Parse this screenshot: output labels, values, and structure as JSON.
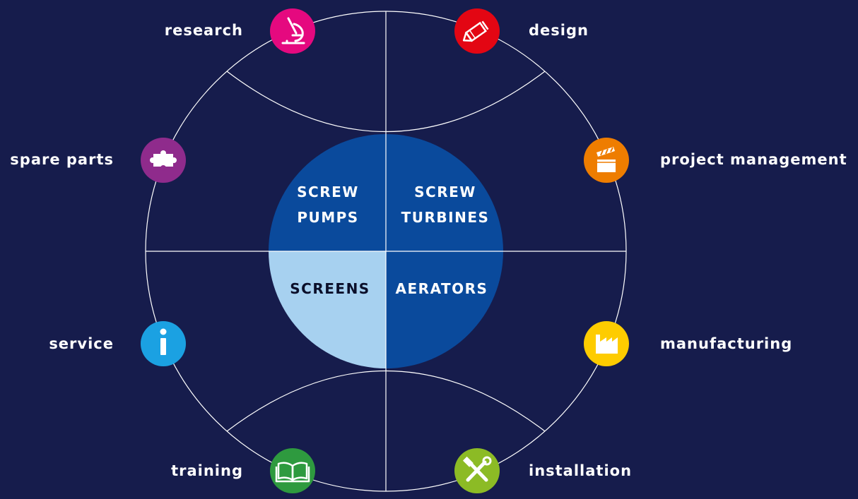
{
  "core": {
    "screw_pumps": [
      "SCREW",
      "PUMPS"
    ],
    "screw_turbines": [
      "SCREW",
      "TURBINES"
    ],
    "screens": "SCREENS",
    "aerators": "AERATORS"
  },
  "services": {
    "research": {
      "label": "research",
      "icon": "microscope-icon",
      "color": "#e5097f"
    },
    "design": {
      "label": "design",
      "icon": "pencil-icon",
      "color": "#e30613"
    },
    "project_management": {
      "label": "project management",
      "icon": "clapperboard-icon",
      "color": "#ee7d00"
    },
    "manufacturing": {
      "label": "manufacturing",
      "icon": "factory-icon",
      "color": "#fecc00"
    },
    "installation": {
      "label": "installation",
      "icon": "tools-icon",
      "color": "#8cbb25"
    },
    "training": {
      "label": "training",
      "icon": "book-icon",
      "color": "#2e9a3f"
    },
    "service": {
      "label": "service",
      "icon": "info-icon",
      "color": "#1ba1e2"
    },
    "spare_parts": {
      "label": "spare parts",
      "icon": "puzzle-icon",
      "color": "#8f2b8c"
    }
  },
  "colors": {
    "background": "#161c4c",
    "core_dark": "#0a4a9c",
    "core_light": "#a7d1f0",
    "ring_lines": "#ffffff"
  }
}
